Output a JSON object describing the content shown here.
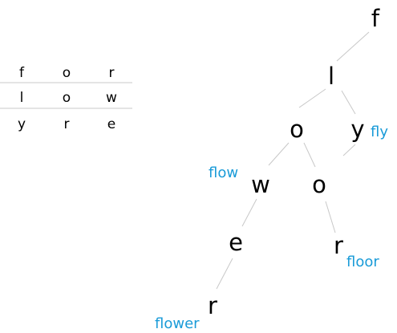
{
  "grid": {
    "rows": [
      [
        "f",
        "o",
        "r"
      ],
      [
        "l",
        "o",
        "w"
      ],
      [
        "y",
        "r",
        "e"
      ]
    ]
  },
  "tree": {
    "nodes": {
      "f": "f",
      "l": "l",
      "o1": "o",
      "y": "y",
      "w": "w",
      "o2": "o",
      "e": "e",
      "r1": "r",
      "r2": "r"
    },
    "word_labels": {
      "fly": "fly",
      "flow": "flow",
      "floor": "floor",
      "flower": "flower"
    }
  },
  "colors": {
    "word_label": "#1a9bd8",
    "edge": "#c8c8c8",
    "letter": "#000000"
  }
}
